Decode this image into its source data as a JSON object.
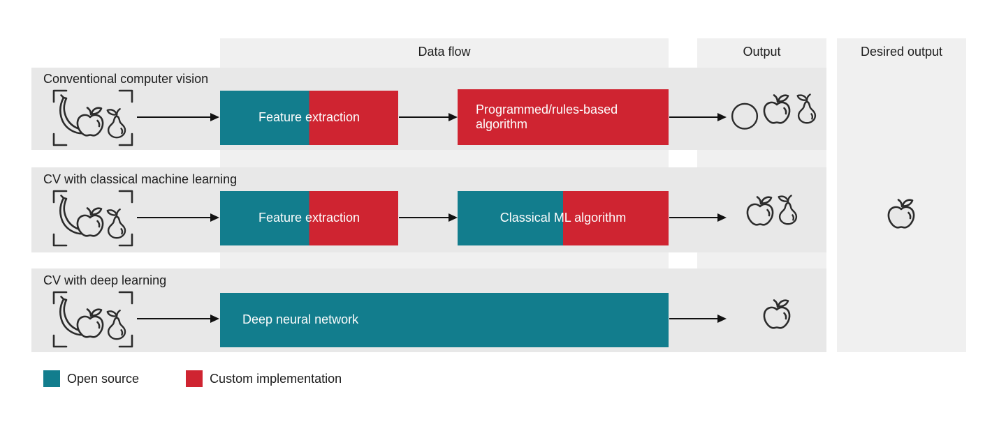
{
  "palette": {
    "teal": "#127d8d",
    "red": "#cf2431",
    "column_background": "#f0f0f0",
    "row_background": "#e8e8e8",
    "text_dark": "#1c1c1c",
    "box_text": "#fdfdfd"
  },
  "columns": {
    "data_flow": "Data flow",
    "output": "Output",
    "desired_output": "Desired output"
  },
  "rows": [
    {
      "title": "Conventional computer vision",
      "input_icon": "fruits-in-viewfinder",
      "boxes": [
        {
          "label": "Feature extraction",
          "fill": "half-teal-half-red"
        },
        {
          "label": "Programmed/rules-based algorithm",
          "fill": "red"
        }
      ],
      "output_icons": [
        "circle",
        "apple",
        "pear"
      ]
    },
    {
      "title": "CV with classical machine learning",
      "input_icon": "fruits-in-viewfinder",
      "boxes": [
        {
          "label": "Feature extraction",
          "fill": "half-teal-half-red"
        },
        {
          "label": "Classical ML algorithm",
          "fill": "half-teal-half-red"
        }
      ],
      "output_icons": [
        "apple",
        "pear"
      ]
    },
    {
      "title": "CV with deep learning",
      "input_icon": "fruits-in-viewfinder",
      "boxes": [
        {
          "label": "Deep neural network",
          "fill": "teal"
        }
      ],
      "output_icons": [
        "apple"
      ]
    }
  ],
  "desired_output_icon": "apple",
  "legend": [
    {
      "label": "Open source",
      "color": "#127d8d"
    },
    {
      "label": "Custom implementation",
      "color": "#cf2431"
    }
  ]
}
